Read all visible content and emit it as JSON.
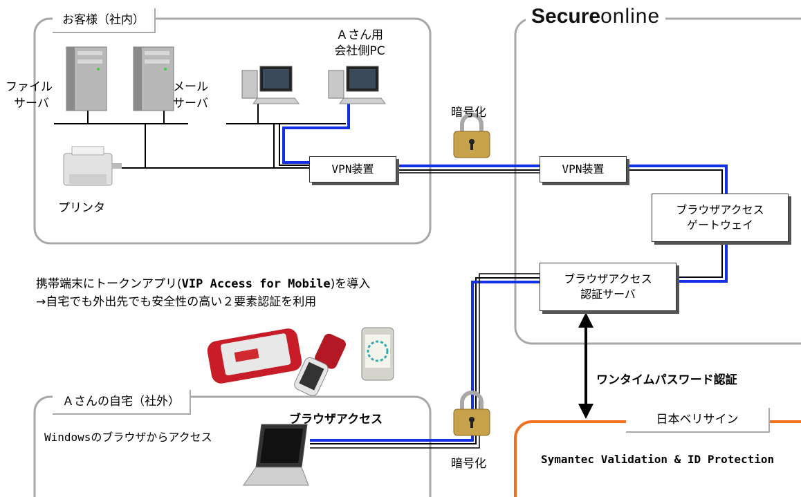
{
  "zones": {
    "customer_office": "お客様（社内）",
    "home": "Ａさんの自宅（社外）",
    "verisign": "日本ベリサイン"
  },
  "brand": {
    "bold": "Secure",
    "light": "online"
  },
  "devices": {
    "file_server": [
      "ファイル",
      "サーバ"
    ],
    "mail_server": [
      "メール",
      "サーバ"
    ],
    "a_pc": [
      "Ａさん用",
      "会社側PC"
    ],
    "printer": "プリンタ"
  },
  "boxes": {
    "vpn_customer": "VPN装置",
    "vpn_secure": "VPN装置",
    "gateway": [
      "ブラウザアクセス",
      "ゲートウェイ"
    ],
    "auth_server": [
      "ブラウザアクセス",
      "認証サーバ"
    ]
  },
  "labels": {
    "encryption_top": "暗号化",
    "encryption_bottom": "暗号化",
    "mobile_note": [
      "携帯端末にトークンアプリ(",
      "VIP Access for Mobile",
      ")を導入",
      "→自宅でも外出先でも安全性の高い２要素認証を利用"
    ],
    "browser_access": "ブラウザアクセス",
    "windows_access": "Windowsのブラウザからアクセス",
    "otp_auth": "ワンタイムパスワード認証",
    "vip_product": "Symantec Validation & ID Protection"
  },
  "colors": {
    "vpn_path": "#1430e6",
    "zone_border": "#a8a8a8",
    "verisign_border": "#f07020",
    "lock_gold": "#c8a24a"
  }
}
